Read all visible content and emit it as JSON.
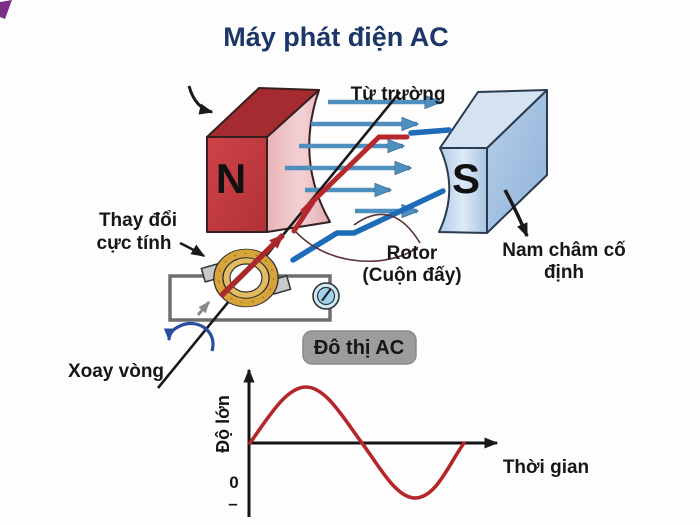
{
  "title": "Máy phát điện AC",
  "diagram": {
    "field_label": "Từ trường",
    "polarity_label": [
      "Thay đổi",
      "cực tính"
    ],
    "rotation_label": "Xoay vòng",
    "rotor_label": [
      "Rotor",
      "(Cuộn đấy)"
    ],
    "magnet_label": [
      "Nam châm cố",
      "định"
    ],
    "north_pole": "N",
    "south_pole": "S"
  },
  "graph": {
    "badge": "Đô thị AC",
    "y_label": "Độ lớn",
    "x_label": "Thời gian",
    "zero_label": "0",
    "minus_label": "–"
  },
  "colors": {
    "title_navy": "#1c3767",
    "magnet_red_front": "#c13b40",
    "magnet_red_top": "#a62b31",
    "magnet_red_pole": "#edbfc2",
    "magnet_blue_front": "#a9c6e4",
    "magnet_blue_top": "#d4e2f2",
    "magnet_blue_pole": "#c3d8ee",
    "field_arrow_blue": "#4f8fc0",
    "wire_red": "#b5282c",
    "wire_blue": "#1e6cb8",
    "slip_ring_gold": "#d7a33b",
    "sine_red": "#b4262a",
    "badge_gray": "#9c9c9c",
    "rotation_arrow_blue": "#2a4da0",
    "corner_mark_purple": "#7c2e87"
  },
  "chart_data": {
    "type": "line",
    "title": "Đô thị AC",
    "xlabel": "Thời gian",
    "ylabel": "Độ lớn",
    "x": [
      0,
      0.25,
      0.5,
      0.75,
      1
    ],
    "values": [
      0,
      1,
      0,
      -1,
      0
    ],
    "x_unit": "period of rotation",
    "ylim": [
      -1,
      1
    ],
    "axis_tick_labels": [
      "0",
      "–"
    ],
    "grid": false,
    "legend": false,
    "series_color": "#b4262a"
  }
}
